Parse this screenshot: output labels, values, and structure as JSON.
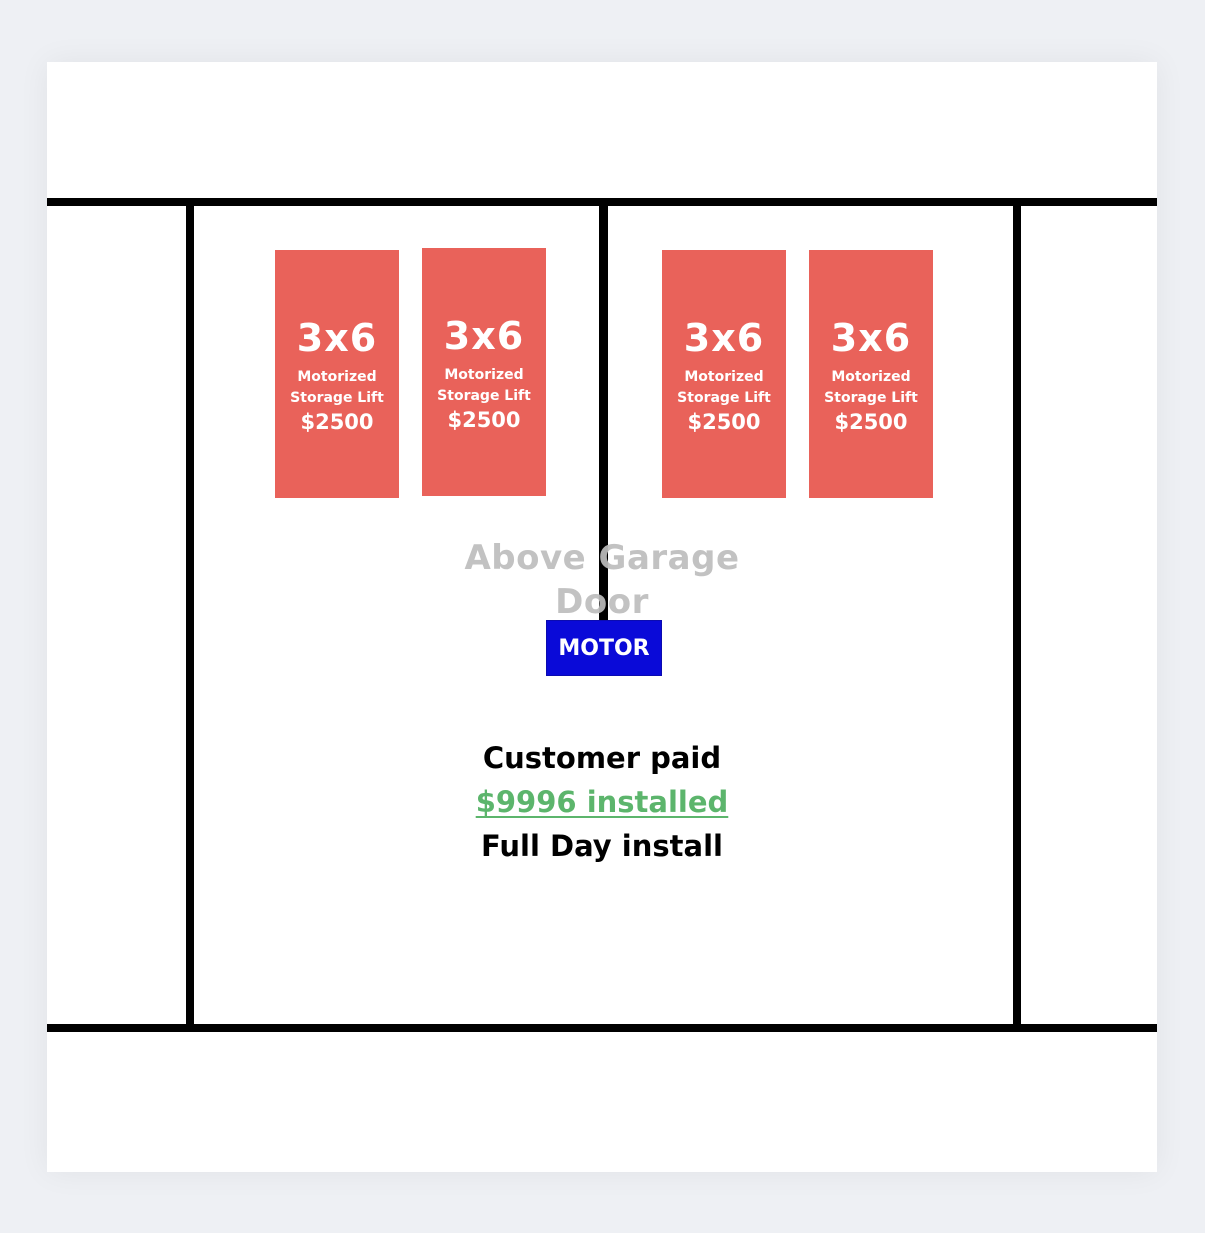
{
  "diagram": {
    "colors": {
      "background": "#eef0f4",
      "page": "#ffffff",
      "walls": "#000000",
      "lift": "#e9625a",
      "lift_text": "#ffffff",
      "motor": "#0a0ad8",
      "label_gray": "#bdbdbd",
      "price_green": "#5cb56c"
    },
    "lifts": [
      {
        "size": "3x6",
        "name": "Motorized Storage Lift",
        "price": "$2500"
      },
      {
        "size": "3x6",
        "name": "Motorized Storage Lift",
        "price": "$2500"
      },
      {
        "size": "3x6",
        "name": "Motorized Storage Lift",
        "price": "$2500"
      },
      {
        "size": "3x6",
        "name": "Motorized Storage Lift",
        "price": "$2500"
      }
    ],
    "area_label": "Above Garage Door",
    "motor_label": "MOTOR",
    "summary": {
      "line1": "Customer paid",
      "price": "$9996 installed",
      "line3": "Full Day install"
    }
  }
}
